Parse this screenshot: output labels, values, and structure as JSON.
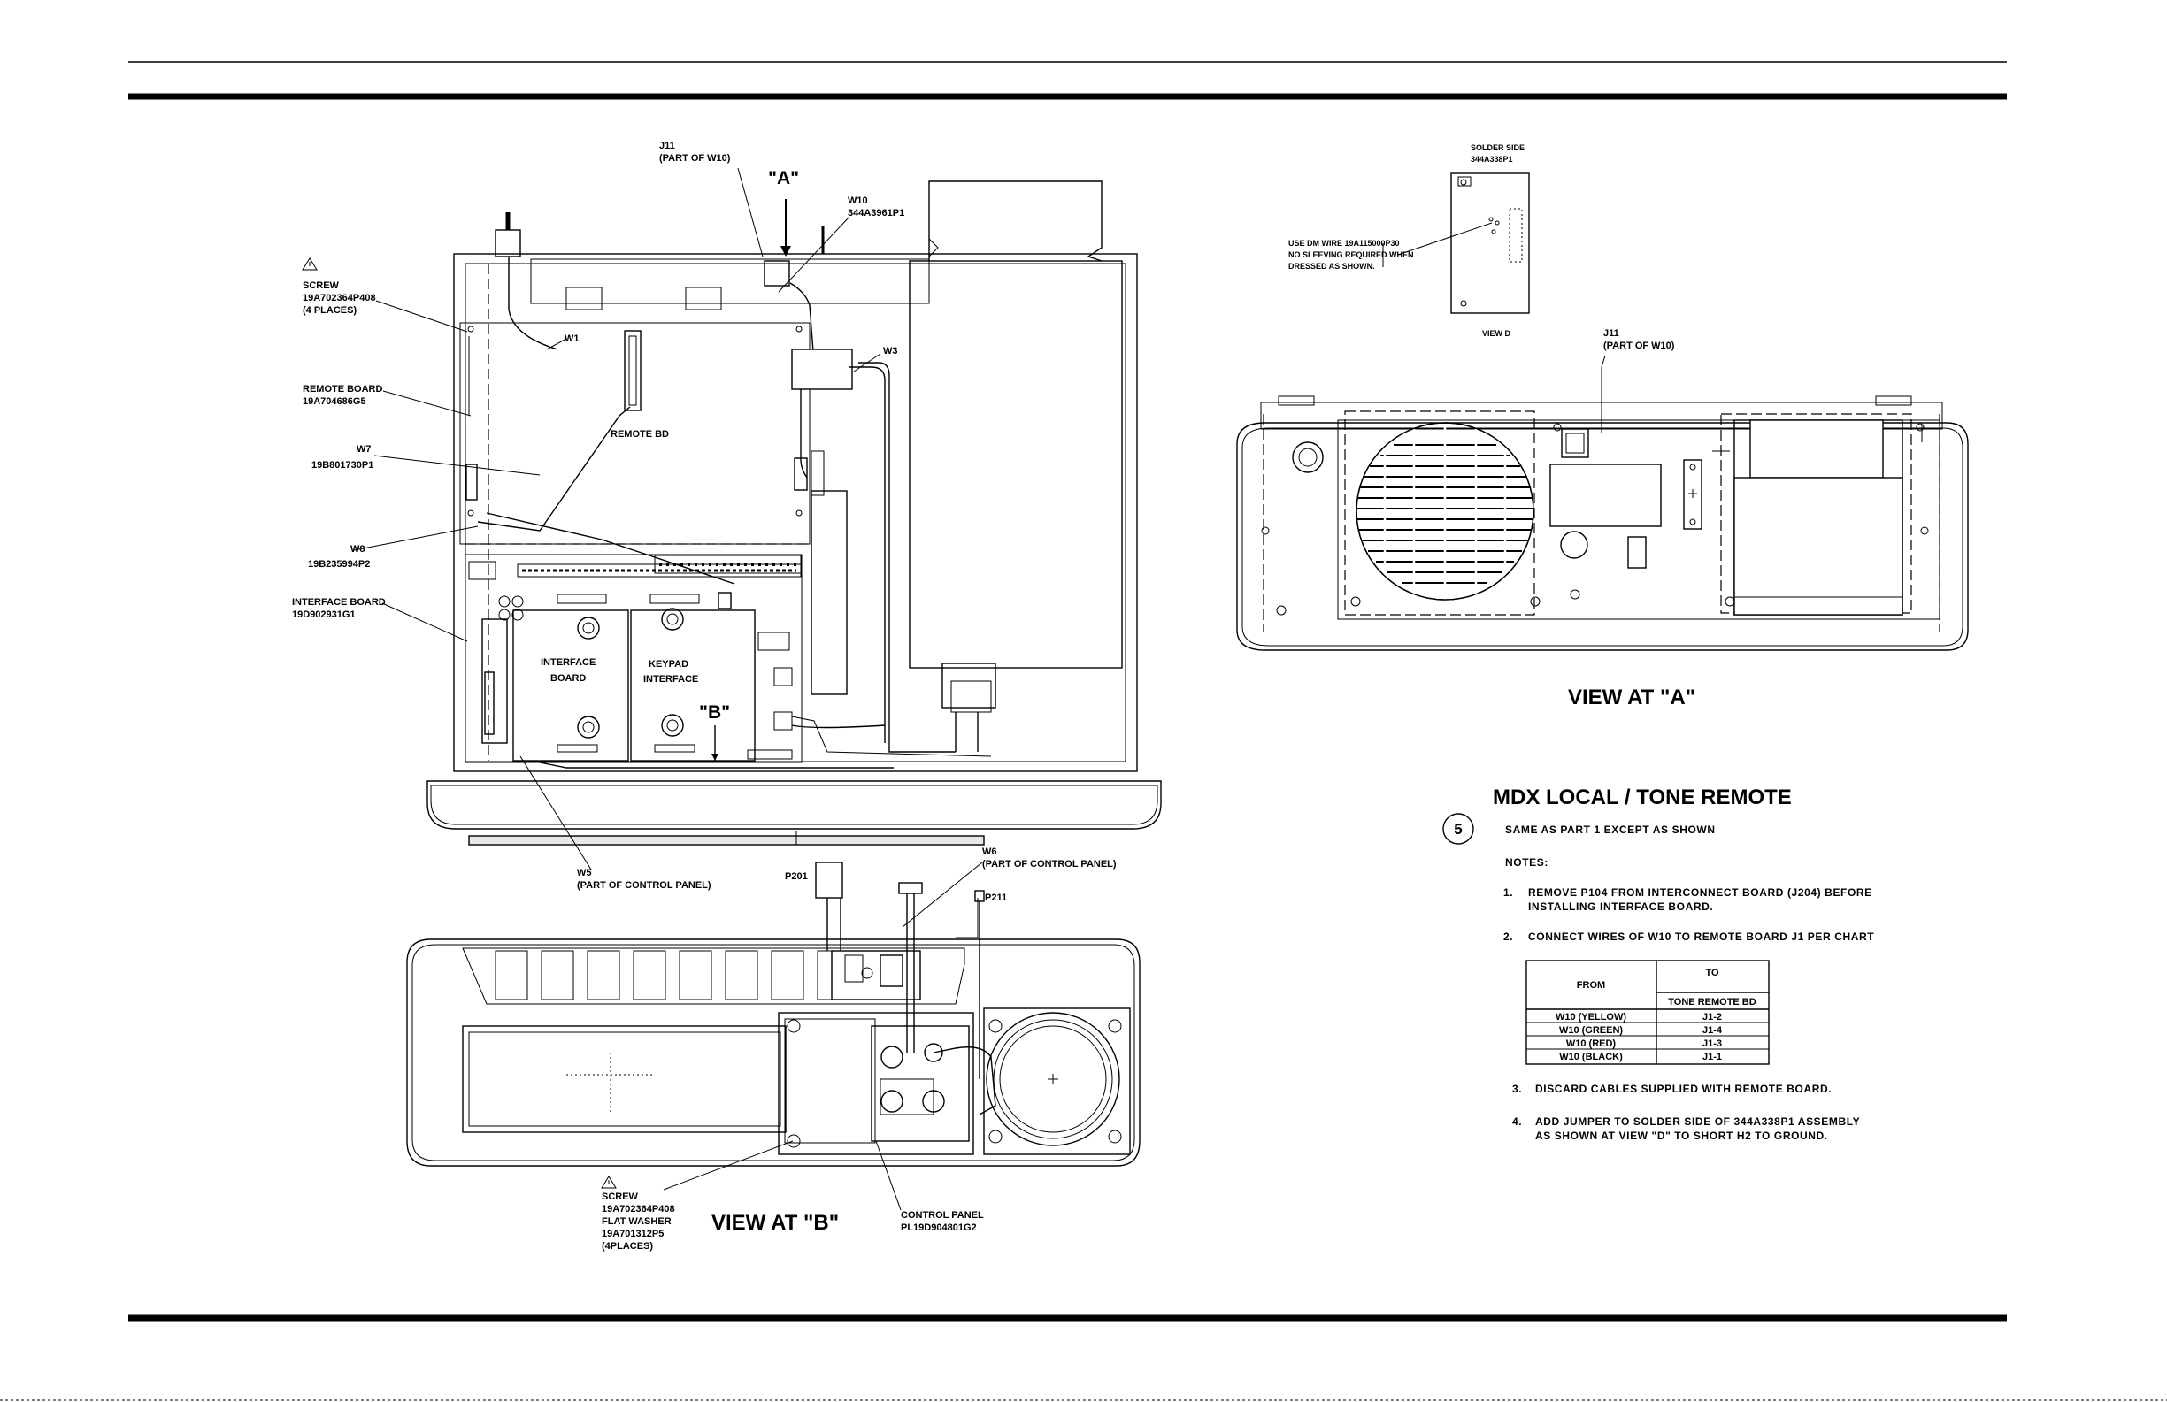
{
  "labels": {
    "j11_top": "J11",
    "j11_top_sub": "(PART OF W10)",
    "view_a_marker": "\"A\"",
    "w10_top": "W10",
    "w10_top_sub": "344A3961P1",
    "screw_top": "SCREW",
    "screw_top_pn": "19A702364P408",
    "screw_top_qty": "(4 PLACES)",
    "w1": "W1",
    "w3": "W3",
    "remote_board": "REMOTE BOARD",
    "remote_board_pn": "19A704686G5",
    "remote_bd": "REMOTE BD",
    "w7": "W7",
    "w7_pn": "19B801730P1",
    "w8": "W8",
    "w8_pn": "19B235994P2",
    "interface_board_lbl": "INTERFACE BOARD",
    "interface_board_pn": "19D902931G1",
    "interface_board_line1": "INTERFACE",
    "interface_board_line2": "BOARD",
    "keypad_line1": "KEYPAD",
    "keypad_line2": "INTERFACE",
    "view_b_marker": "\"B\"",
    "w5": "W5",
    "w5_sub": "(PART OF CONTROL PANEL)",
    "p201": "P201",
    "w6": "W6",
    "w6_sub": "(PART OF CONTROL PANEL)",
    "p211": "P211",
    "screw_bottom": "SCREW",
    "screw_bottom_pn": "19A702364P408",
    "flat_washer": "FLAT WASHER",
    "flat_washer_pn": "19A701312P5",
    "flat_washer_qty": "(4PLACES)",
    "view_at_b": "VIEW AT \"B\"",
    "control_panel": "CONTROL PANEL",
    "control_panel_pn": "PL19D904801G2",
    "solder_side": "SOLDER SIDE",
    "solder_side_pn": "344A338P1",
    "use_dm_wire_1": "USE DM WIRE 19A115000P30",
    "use_dm_wire_2": "NO SLEEVING REQUIRED WHEN",
    "use_dm_wire_3": "DRESSED AS SHOWN.",
    "view_d": "VIEW D",
    "j11_right": "J11",
    "j11_right_sub": "(PART OF W10)",
    "view_at_a": "VIEW AT \"A\""
  },
  "notes": {
    "title": "MDX  LOCAL  /  TONE  REMOTE",
    "part_number": "5",
    "same_as": "SAME AS PART 1 EXCEPT AS SHOWN",
    "notes_hdr": "NOTES:",
    "n1_num": "1.",
    "n1_line1": "REMOVE  P104  FROM  INTERCONNECT  BOARD  (J204)  BEFORE",
    "n1_line2": "INSTALLING  INTERFACE  BOARD.",
    "n2_num": "2.",
    "n2_line1": "CONNECT  WIRES  OF  W10  TO  REMOTE  BOARD  J1  PER  CHART",
    "n3_num": "3.",
    "n3_line1": "DISCARD  CABLES  SUPPLIED  WITH  REMOTE  BOARD.",
    "n4_num": "4.",
    "n4_line1": "ADD JUMPER TO SOLDER SIDE OF 344A338P1 ASSEMBLY",
    "n4_line2": "AS SHOWN AT VIEW \"D\" TO SHORT H2 TO GROUND."
  },
  "chart": {
    "from_hdr": "FROM",
    "to_hdr": "TO",
    "to_sub_hdr": "TONE  REMOTE  BD",
    "rows": [
      {
        "from": "W10 (YELLOW)",
        "to": "J1-2"
      },
      {
        "from": "W10 (GREEN)",
        "to": "J1-4"
      },
      {
        "from": "W10 (RED)",
        "to": "J1-3"
      },
      {
        "from": "W10 (BLACK)",
        "to": "J1-1"
      }
    ]
  }
}
